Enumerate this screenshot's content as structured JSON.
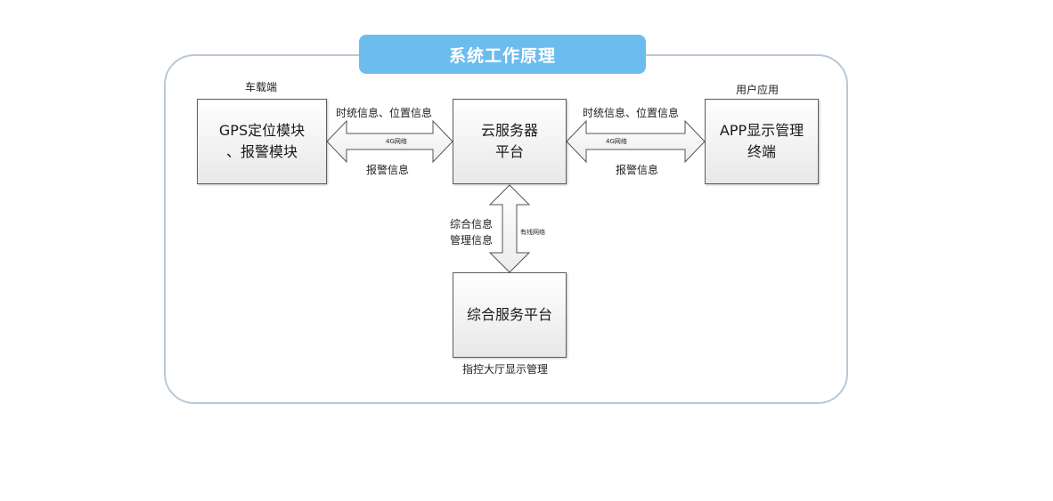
{
  "title": "系统工作原理",
  "boxes": {
    "gps": {
      "caption": "车载端",
      "line1": "GPS定位模块",
      "line2": "、报警模块"
    },
    "cloud": {
      "line1": "云服务器",
      "line2": "平台"
    },
    "app": {
      "caption": "用户应用",
      "line1": "APP显示管理",
      "line2": "终端"
    },
    "integrated": {
      "line1": "综合服务平台",
      "caption": "指控大厅显示管理"
    }
  },
  "links": {
    "gps_cloud": {
      "top": "时统信息、位置信息",
      "network": "4G网络",
      "bottom": "报警信息"
    },
    "cloud_app": {
      "top": "时统信息、位置信息",
      "network": "4G网络",
      "bottom": "报警信息"
    },
    "cloud_integrated": {
      "left1": "综合信息",
      "left2": "管理信息",
      "network": "有线网络"
    }
  },
  "colors": {
    "banner": "#6cbdee",
    "frame": "#b9c8d4",
    "box_border": "#5f5f5f"
  }
}
